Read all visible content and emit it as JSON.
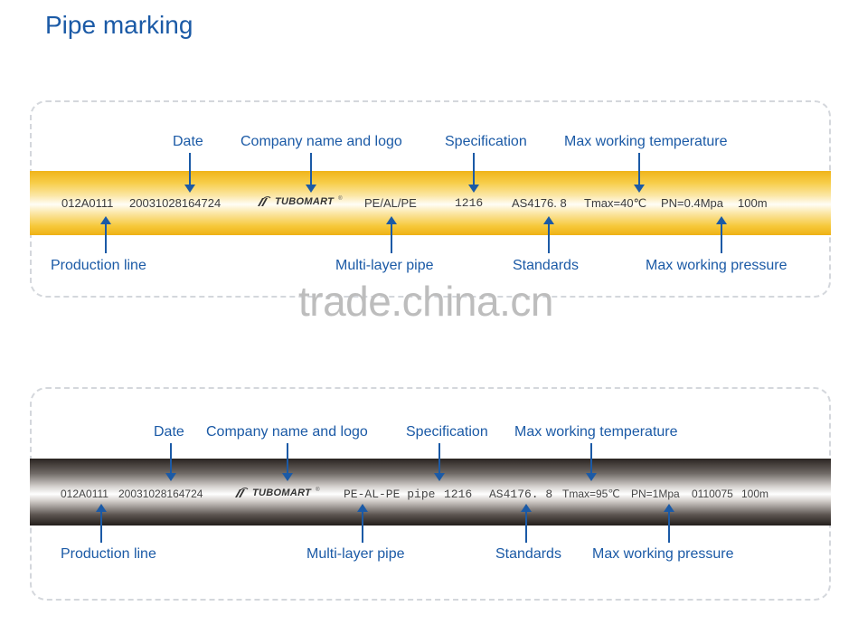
{
  "title": "Pipe marking",
  "watermark": "trade.china.cn",
  "colors": {
    "accent": "#1b5aa6",
    "pipe_yellow": "#f4c02e",
    "pipe_black": "#2a2421",
    "dashed_border": "#d4d7dc"
  },
  "diagram_1": {
    "marking": {
      "production_line": "012A0111",
      "date": "20031028164724",
      "logo": "TUBOMART",
      "material": "PE/AL/PE",
      "specification": "1216",
      "standard": "AS4176. 8",
      "tmax": "Tmax=40℃",
      "pressure": "PN=0.4Mpa",
      "length": "100m"
    },
    "labels": {
      "date": "Date",
      "company": "Company name and logo",
      "specification": "Specification",
      "max_temp": "Max working temperature",
      "production_line": "Production line",
      "multilayer": "Multi-layer pipe",
      "standards": "Standards",
      "max_pressure": "Max working pressure"
    }
  },
  "diagram_2": {
    "marking": {
      "production_line": "012A0111",
      "date": "20031028164724",
      "logo": "TUBOMART",
      "material": "PE-AL-PE pipe",
      "specification": "1216",
      "standard": "AS4176. 8",
      "tmax": "Tmax=95℃",
      "pressure": "PN=1Mpa",
      "code": "0110075",
      "length": "100m"
    },
    "labels": {
      "date": "Date",
      "company": "Company name and logo",
      "specification": "Specification",
      "max_temp": "Max working temperature",
      "production_line": "Production line",
      "multilayer": "Multi-layer pipe",
      "standards": "Standards",
      "max_pressure": "Max working pressure"
    }
  }
}
